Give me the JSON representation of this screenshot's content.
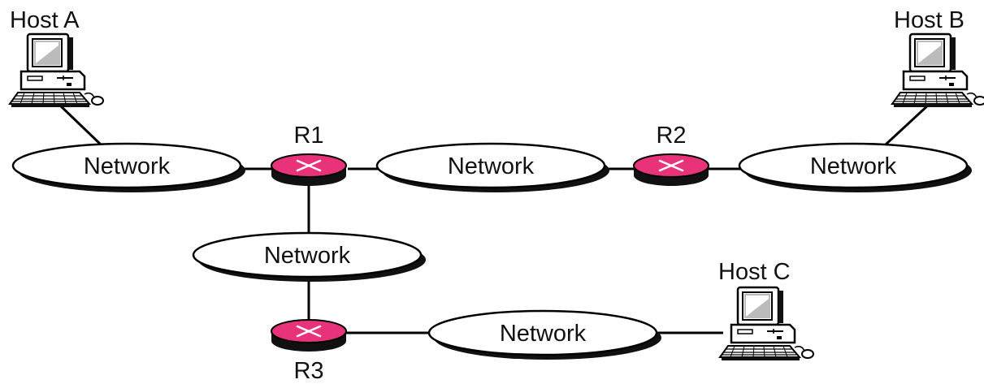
{
  "hosts": {
    "a": {
      "label": "Host A"
    },
    "b": {
      "label": "Host B"
    },
    "c": {
      "label": "Host C"
    }
  },
  "routers": {
    "r1": {
      "label": "R1"
    },
    "r2": {
      "label": "R2"
    },
    "r3": {
      "label": "R3"
    }
  },
  "networks": {
    "left": {
      "label": "Network"
    },
    "middle": {
      "label": "Network"
    },
    "right": {
      "label": "Network"
    },
    "lower": {
      "label": "Network"
    },
    "bottom": {
      "label": "Network"
    }
  },
  "colors": {
    "router_fill": "#e8337a",
    "router_shadow": "#111111",
    "network_fill": "#ffffff",
    "network_shadow": "#111111"
  }
}
